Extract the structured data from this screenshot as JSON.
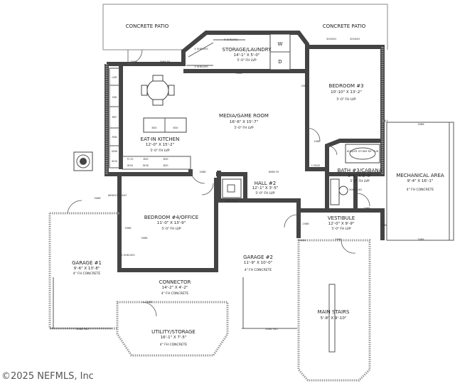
{
  "rooms": {
    "patio_left": {
      "name": "CONCRETE PATIO"
    },
    "patio_right": {
      "name": "CONCRETE PATIO"
    },
    "storage_laundry": {
      "name": "STORAGE/LAUNDRY",
      "dims": "14'-1\" X 5'-0\"",
      "floor": "5'-0\" FH LVP"
    },
    "bedroom3": {
      "name": "BEDROOM #3",
      "dims": "10'-10\" X 13'-2\"",
      "floor": "5'-0\" FH LVP"
    },
    "media": {
      "name": "MEDIA/GAME ROOM",
      "dims": "16'-6\" X 15'-7\"",
      "floor": "5'-0\" FH LVP"
    },
    "kitchen": {
      "name": "EAT-IN KITCHEN",
      "dims": "12'-0\" X 15'-2\"",
      "floor": "5'-0\" FH LVP"
    },
    "mechanical": {
      "name": "MECHANICAL AREA",
      "dims": "9'-4\" X 16'-1\"",
      "floor": "4\" FH CONCRETE"
    },
    "hall2": {
      "name": "HALL #2",
      "dims": "12'-1\" X 3'-5\"",
      "floor": "5'-0\" FH LVP"
    },
    "bath3": {
      "name": "BATH #3/CABANA",
      "dims": "5'-6\" X 8'-6\"",
      "floor": "5'-0\" FH LVP"
    },
    "bedroom4": {
      "name": "BEDROOM #4/OFFICE",
      "dims": "11'-0\" X 13'-9\"",
      "floor": "5'-0\" FH LVP"
    },
    "vestibule": {
      "name": "VESTIBULE",
      "dims": "12'-0\" X 9'-9\"",
      "floor": "5'-0\" FH LVP"
    },
    "garage1": {
      "name": "GARAGE #1",
      "dims": "9'-6\" X 13'-8\"",
      "floor": "4\" FH CONCRETE"
    },
    "garage2": {
      "name": "GARAGE #2",
      "dims": "11'-9\" X 10'-0\"",
      "floor": "4\" FH CONCRETE"
    },
    "connector": {
      "name": "CONNECTOR",
      "dims": "14'-2\" X 4'-2\"",
      "floor": "4\" FH CONCRETE"
    },
    "main_stairs": {
      "name": "MAIN STAIRS",
      "dims": "5'-8\" X 9'-10\""
    },
    "utility": {
      "name": "UTILITY/STORAGE",
      "dims": "16'-1\" X 7'-5\"",
      "floor": "4\" FH CONCRETE"
    }
  },
  "tags": {
    "door_a": "3068",
    "door_b": "3068",
    "door_c": "3068",
    "door_d": "2068",
    "door_e": "2068",
    "door_f": "2068",
    "door_g": "3068",
    "door_h": "3068",
    "door_i": "3068",
    "door_j": "3068",
    "slider_a": "3068 FX",
    "slider_b": "6068 FX",
    "fx_c": "3050SH",
    "fx_d": "3050SH",
    "fx_e": "3068",
    "fx_f": "3068",
    "fx_g": "3068",
    "fx_h": "3068",
    "fx_i": "3068 FBO",
    "fx_j": "3068 FBO",
    "fx_k": "2468 FBO",
    "fx_l": "1 PASS",
    "fx_m": "3068 SGD",
    "fx_n": "3068",
    "window_seat": "WINDOW SEAT",
    "shelves_a": "5 SHELVES",
    "shelves_b": "5 SHELVES",
    "shelves_c": "5 SHELVES",
    "shelves_d": "5 SHELVES",
    "tub": "KOHLER STORM 60\" TUB",
    "washer": "W",
    "dryer": "D",
    "k_a": "LDR",
    "k_b": "DW",
    "k_c": "REF",
    "k_d": "PAN",
    "k_e": "B30",
    "k_f": "B30",
    "k_g": "TC15",
    "k_h": "B30",
    "k_i": "W30",
    "k_j": "W30",
    "k_k": "B30",
    "k_l": "SINK",
    "k_m": "W30",
    "k_n": "B30"
  },
  "copyright": "©2025 NEFMLS, Inc"
}
